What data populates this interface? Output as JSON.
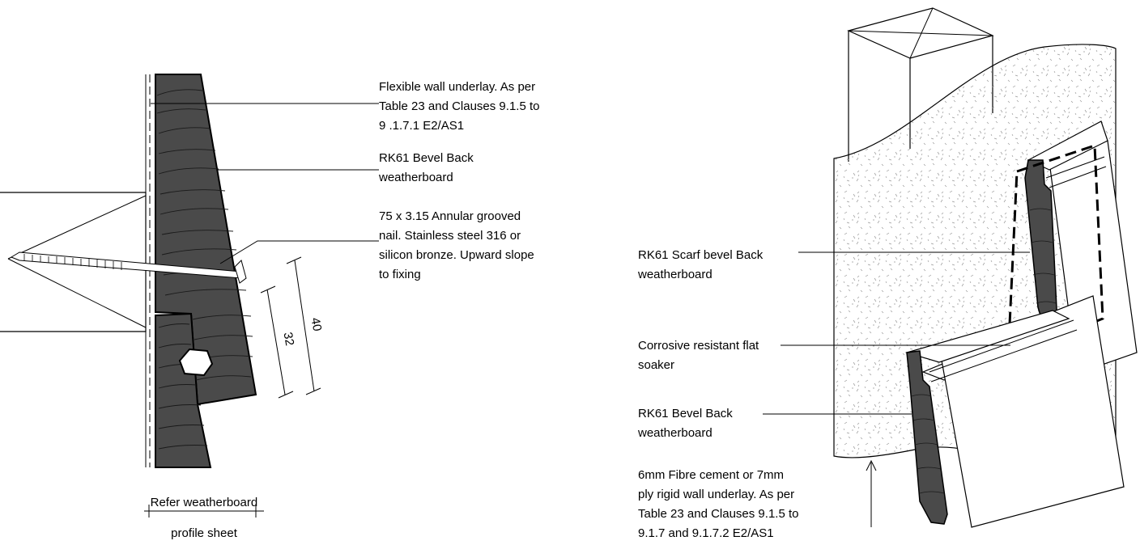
{
  "left_detail": {
    "labels": {
      "underlay": [
        "Flexible wall underlay. As per",
        "Table 23 and Clauses 9.1.5 to",
        "9 .1.7.1 E2/AS1"
      ],
      "weatherboard": [
        "RK61 Bevel Back",
        "weatherboard"
      ],
      "nail": [
        "75 x 3.15 Annular grooved",
        "nail. Stainless steel 316 or",
        "silicon bronze. Upward slope",
        "to fixing"
      ],
      "refer": [
        "Refer weatherboard",
        "profile sheet"
      ]
    },
    "dimensions": {
      "dim_32": "32",
      "dim_40": "40"
    }
  },
  "right_detail": {
    "labels": {
      "scarf": [
        "RK61 Scarf bevel Back",
        "weatherboard"
      ],
      "soaker": [
        "Corrosive resistant flat",
        "soaker"
      ],
      "bevel": [
        "RK61 Bevel Back",
        "weatherboard"
      ],
      "rigid_underlay": [
        "6mm Fibre cement or 7mm",
        "ply rigid wall underlay. As per",
        "Table 23 and Clauses 9.1.5 to",
        "9.1.7 and 9.1.7.2 E2/AS1"
      ]
    }
  },
  "colors": {
    "board_fill": "#4a4a4a",
    "line": "#000000",
    "grain": "#1a1a1a"
  }
}
